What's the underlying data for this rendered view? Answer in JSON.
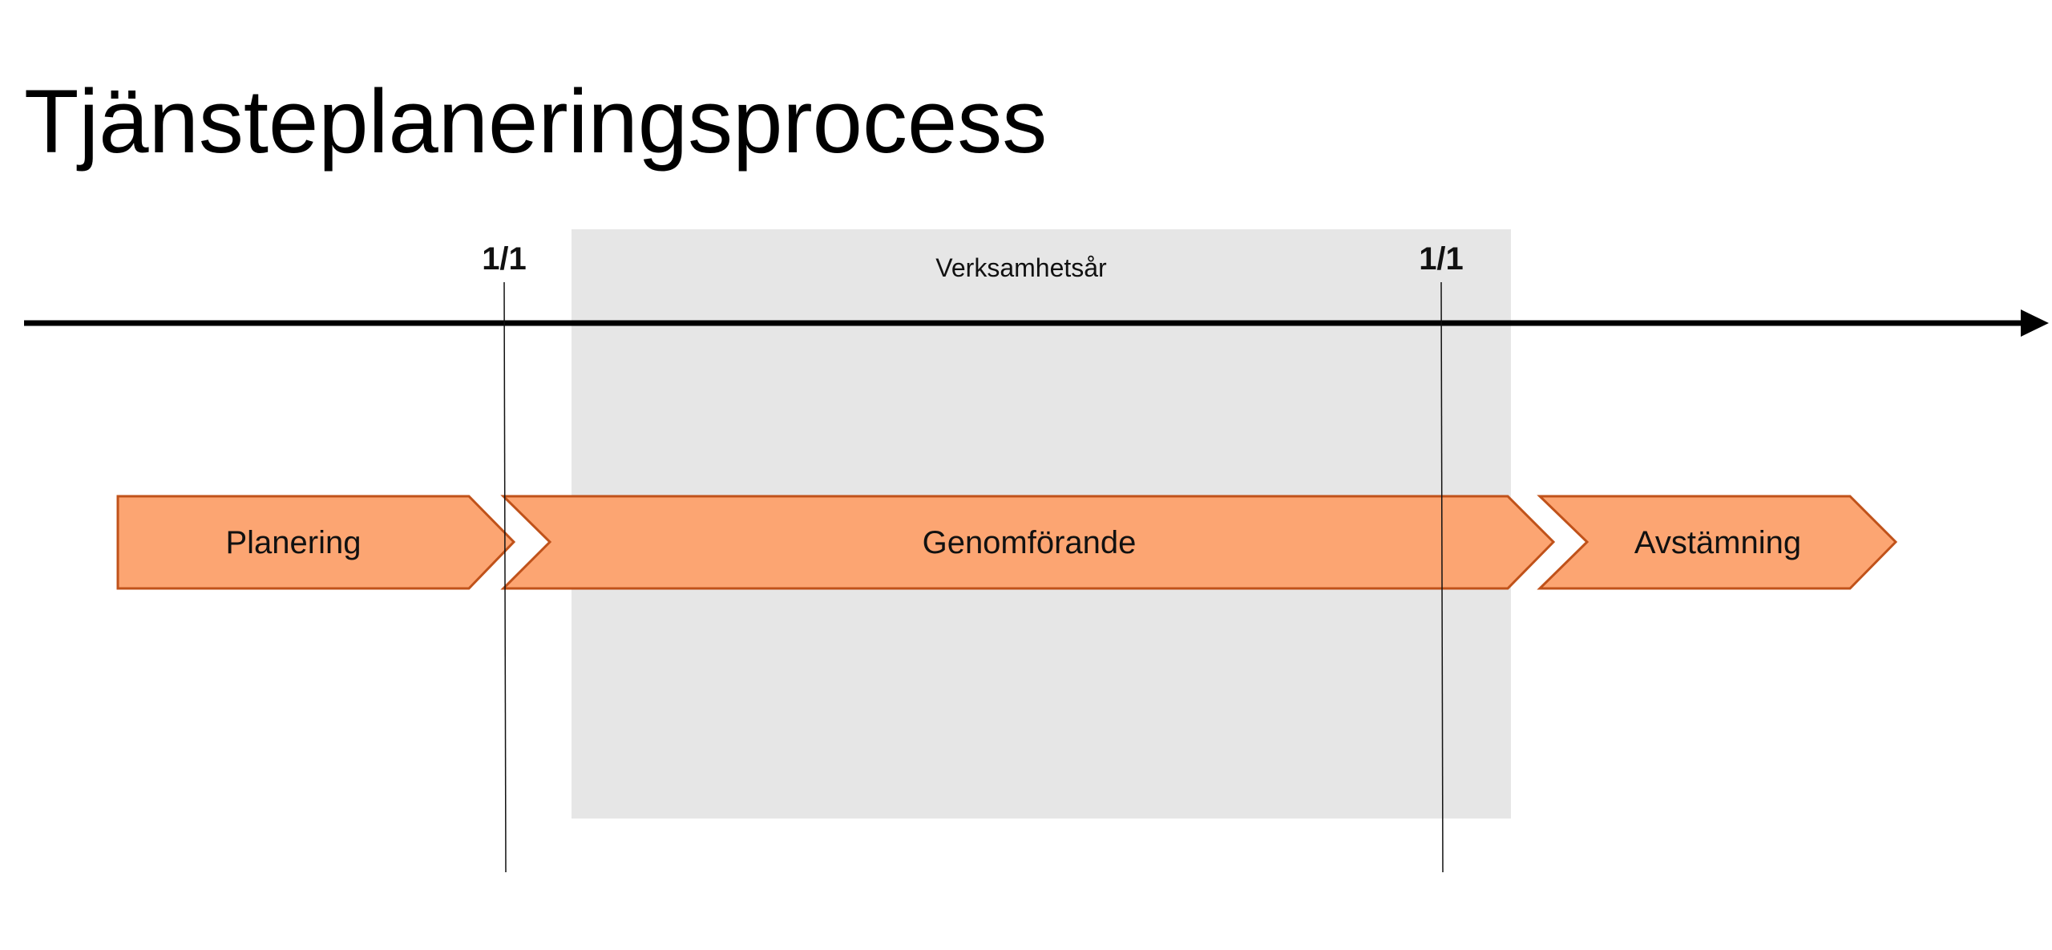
{
  "title": "Tjänsteplaneringsprocess",
  "period_label": "Verksamhetsår",
  "markers": [
    {
      "label": "1/1"
    },
    {
      "label": "1/1"
    }
  ],
  "stages": [
    {
      "label": "Planering"
    },
    {
      "label": "Genomförande"
    },
    {
      "label": "Avstämning"
    }
  ],
  "colors": {
    "stage_fill": "#FCA572",
    "stage_stroke": "#C0521A",
    "period_fill": "#E6E6E6",
    "axis": "#000000"
  }
}
